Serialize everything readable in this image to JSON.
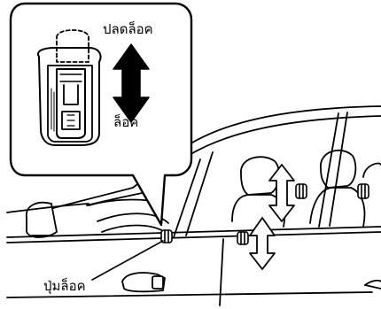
{
  "diagram": {
    "labels": {
      "unlock": "ปลดล็อค",
      "lock": "ล็อค",
      "lock_knob": "ปุ่มล็อค"
    },
    "colors": {
      "line": "#000000",
      "background": "#ffffff",
      "arrow_fill": "#000000"
    },
    "icons": {
      "callout": "rounded-callout-bubble",
      "lock_toggle": "door-lock-toggle-icon",
      "lock_direction": "double-headed-arrow-icon"
    }
  }
}
